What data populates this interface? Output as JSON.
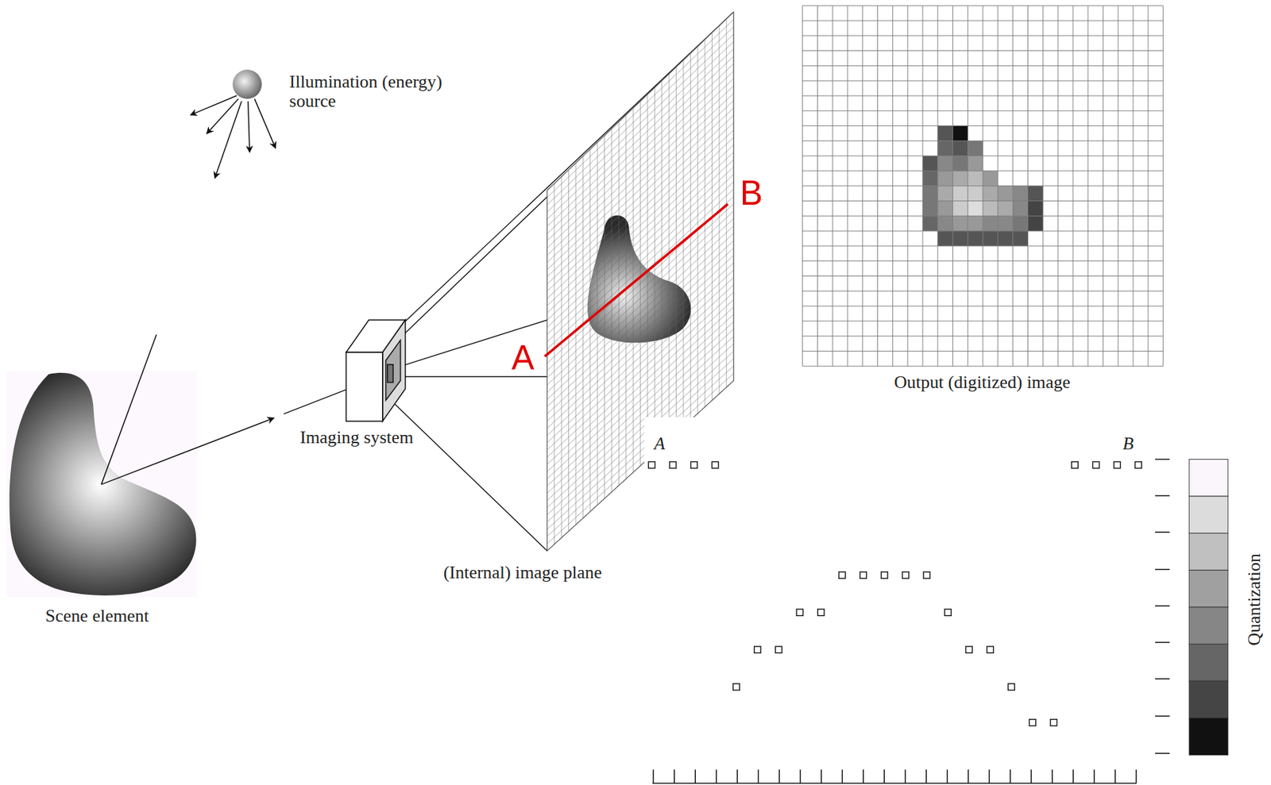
{
  "diagram": {
    "labels": [
      "Illumination (energy) source",
      "Output (digitized) image",
      "B",
      "A",
      "Imaging system",
      "(Internal) image plane",
      "Scene element",
      "A",
      "B",
      "Quantization"
    ]
  }
}
